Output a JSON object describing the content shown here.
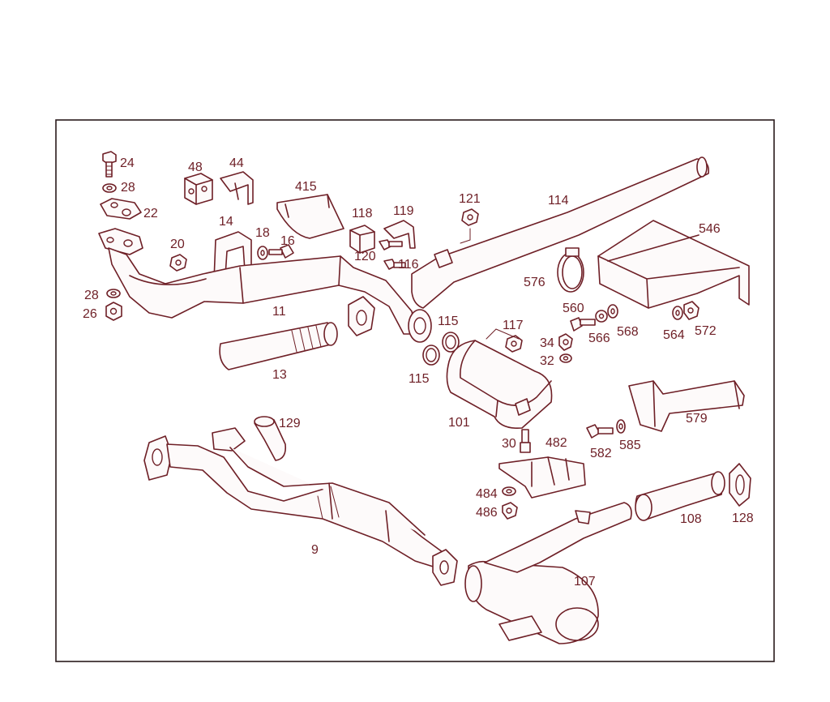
{
  "diagram": {
    "colors": {
      "line": "#6e1f26",
      "frame": "#2a1a1c",
      "background": "#ffffff"
    },
    "callouts": {
      "c24": "24",
      "c28a": "28",
      "c22": "22",
      "c48": "48",
      "c44": "44",
      "c415": "415",
      "c118": "118",
      "c119": "119",
      "c121": "121",
      "c114": "114",
      "c546": "546",
      "c14": "14",
      "c18": "18",
      "c16": "16",
      "c20": "20",
      "c120": "120",
      "c116": "116",
      "c576": "576",
      "c560": "560",
      "c566": "566",
      "c568": "568",
      "c564": "564",
      "c572": "572",
      "c28b": "28",
      "c26": "26",
      "c11": "11",
      "c115a": "115",
      "c117": "117",
      "c34": "34",
      "c32": "32",
      "c115b": "115",
      "c13": "13",
      "c101": "101",
      "c579": "579",
      "c129": "129",
      "c30": "30",
      "c482": "482",
      "c582": "582",
      "c585": "585",
      "c484": "484",
      "c486": "486",
      "c108": "108",
      "c128": "128",
      "c9": "9",
      "c107": "107"
    }
  }
}
